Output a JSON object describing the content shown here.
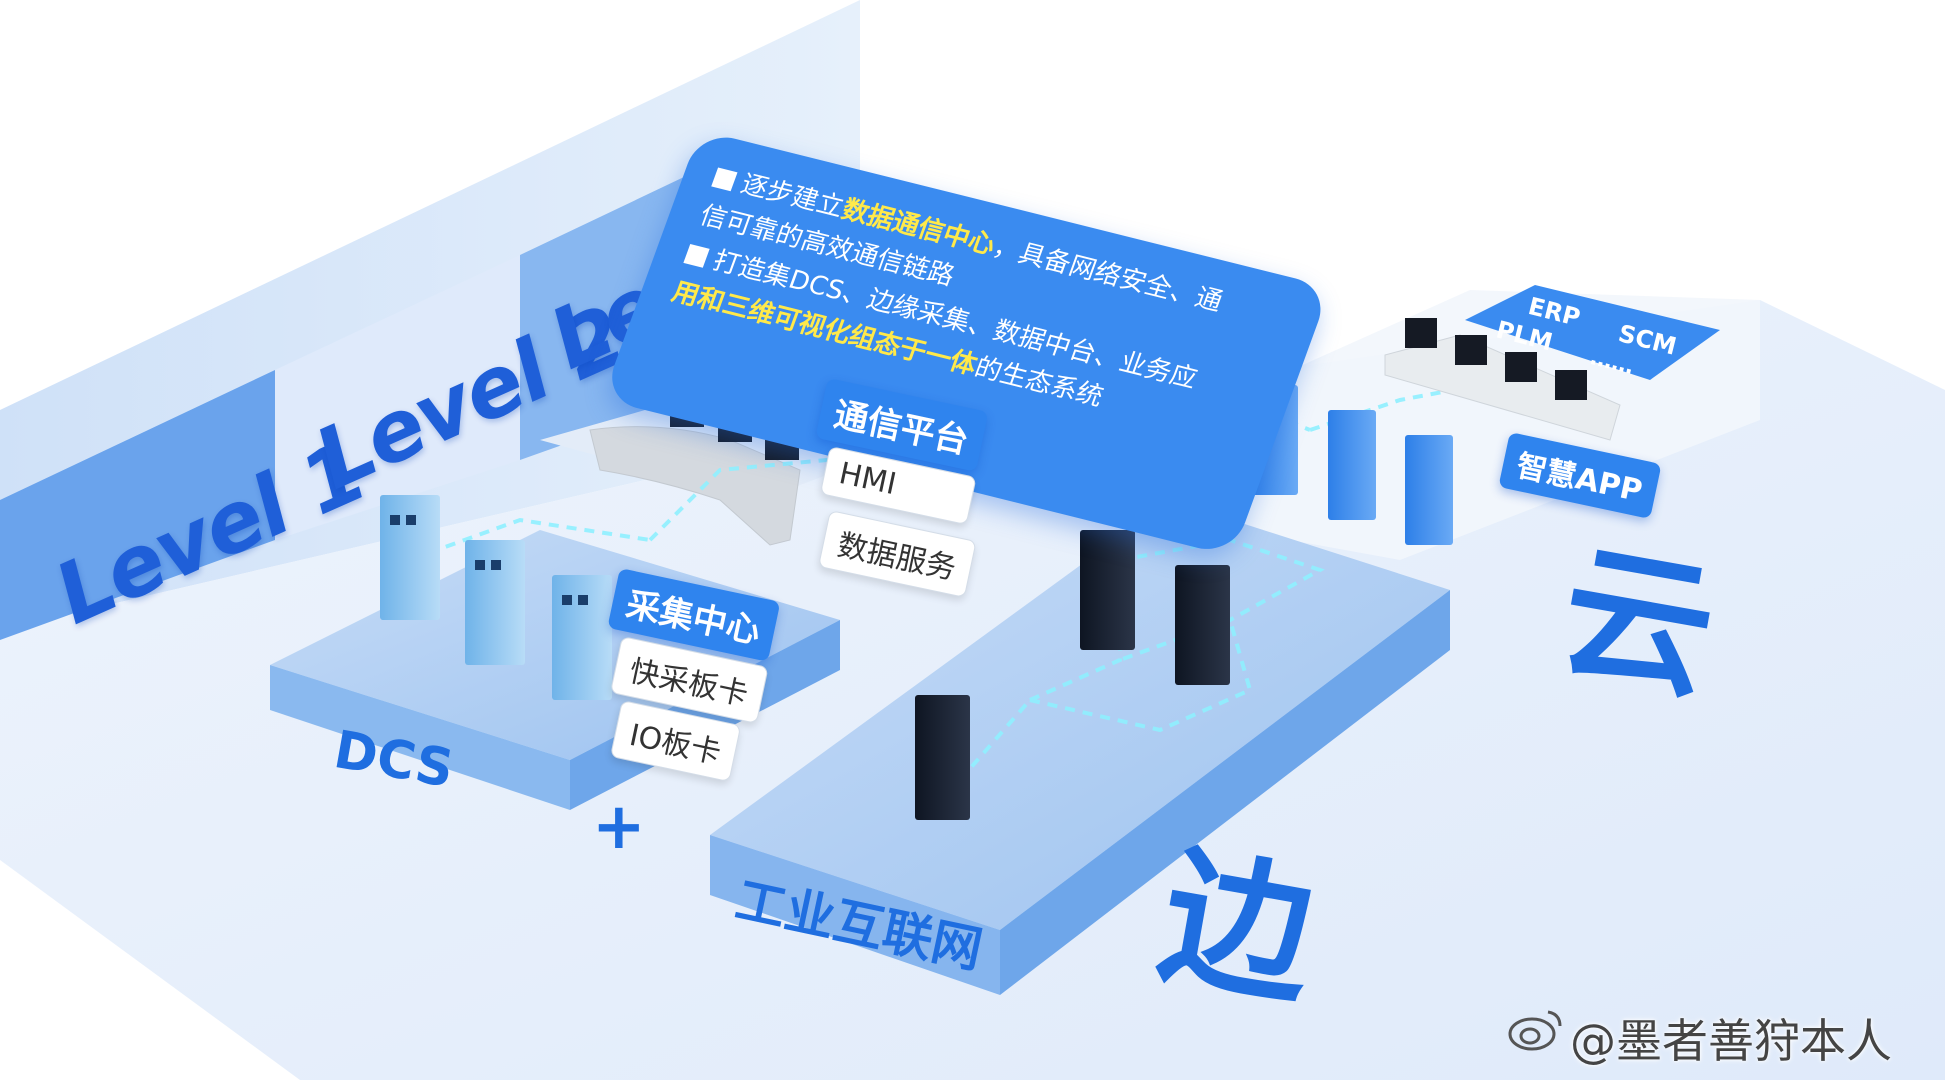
{
  "levels": [
    "Level 1",
    "Level 2",
    "Level 3"
  ],
  "banner": {
    "line1_prefix": "逐步建立",
    "line1_highlight": "数据通信中心",
    "line1_suffix": "，具备网络安全、通",
    "line2": "信可靠的高效通信链路",
    "line3": "打造集DCS、边缘采集、数据中台、业务应",
    "line4_highlight": "用和三维可视化组态于一体",
    "line4_suffix": "的生态系统"
  },
  "labels": {
    "collect_center": "采集中心",
    "fast_card": "快采板卡",
    "io_card": "IO板卡",
    "comm_platform": "通信平台",
    "hmi": "HMI",
    "data_service": "数据服务",
    "smart_app": "智慧APP",
    "erp": "ERP",
    "plm": "PLM",
    "scm": "SCM",
    "more": "……",
    "dcs": "DCS",
    "plus": "+",
    "industrial_internet": "工业互联网",
    "edge": "边",
    "cloud": "云"
  },
  "watermark": "@墨者善狩本人",
  "colors": {
    "accent": "#2f84ee",
    "title_blue": "#1f6ee0",
    "highlight_yellow": "#ffe94a",
    "platform": "#7fb3ee",
    "floor": "#eaf2fc"
  }
}
